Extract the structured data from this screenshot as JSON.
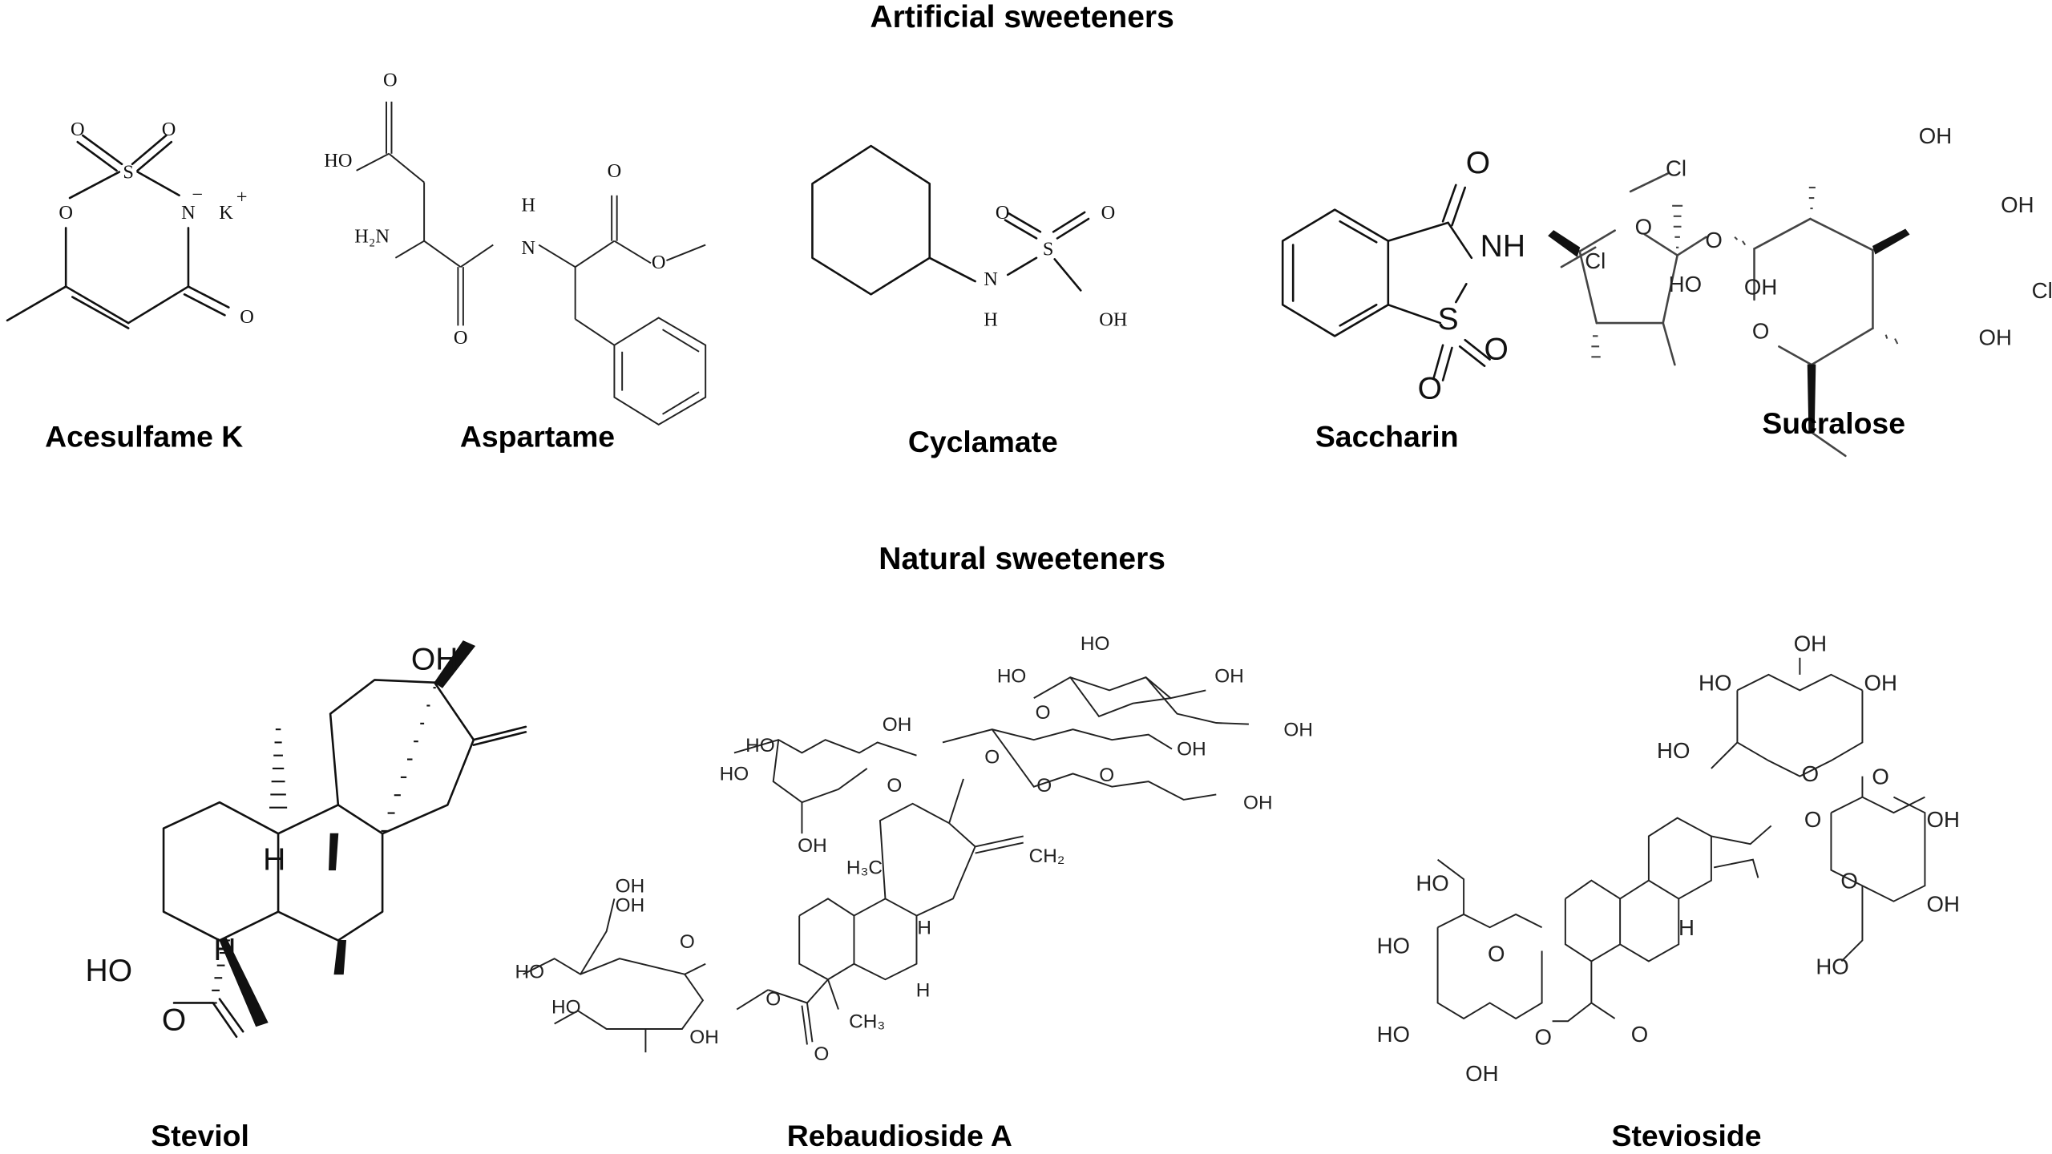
{
  "figure": {
    "sections": {
      "artificial": {
        "title": "Artificial sweeteners"
      },
      "natural": {
        "title": "Natural sweeteners"
      }
    },
    "compounds": {
      "acesulfame_k": {
        "name": "Acesulfame K",
        "atoms": [
          "O",
          "O",
          "S",
          "O",
          "N",
          "−",
          "K",
          "+",
          "O"
        ]
      },
      "aspartame": {
        "name": "Aspartame",
        "atoms": [
          "O",
          "HO",
          "H",
          "N",
          "O",
          "H₂N",
          "O",
          "O"
        ]
      },
      "cyclamate": {
        "name": "Cyclamate",
        "atoms": [
          "O",
          "O",
          "S",
          "N",
          "H",
          "OH"
        ]
      },
      "saccharin": {
        "name": "Saccharin",
        "atoms": [
          "O",
          "NH",
          "S",
          "O",
          "O"
        ]
      },
      "sucralose": {
        "name": "Sucralose",
        "atoms": [
          "Cl",
          "O",
          "Cl",
          "O",
          "OH",
          "OH",
          "O",
          "HO",
          "OH",
          "Cl",
          "OH"
        ]
      },
      "steviol": {
        "name": "Steviol",
        "atoms": [
          "OH",
          "H",
          "H",
          "HO",
          "O"
        ]
      },
      "rebaudioside_a": {
        "name": "Rebaudioside A",
        "atoms": [
          "HO",
          "HO",
          "OH",
          "O",
          "OH",
          "OH",
          "HO",
          "OH",
          "O",
          "HO",
          "O",
          "O",
          "OH",
          "O",
          "OH",
          "OH",
          "CH₂",
          "H₃C",
          "H",
          "OH",
          "O",
          "HO",
          "HO",
          "O",
          "OH",
          "H",
          "CH₃",
          "O"
        ]
      },
      "stevioside": {
        "name": "Stevioside",
        "atoms": [
          "OH",
          "HO",
          "OH",
          "HO",
          "O",
          "O",
          "O",
          "OH",
          "O",
          "OH",
          "HO",
          "HO",
          "HO",
          "O",
          "H",
          "HO",
          "O",
          "O",
          "OH"
        ]
      }
    }
  }
}
